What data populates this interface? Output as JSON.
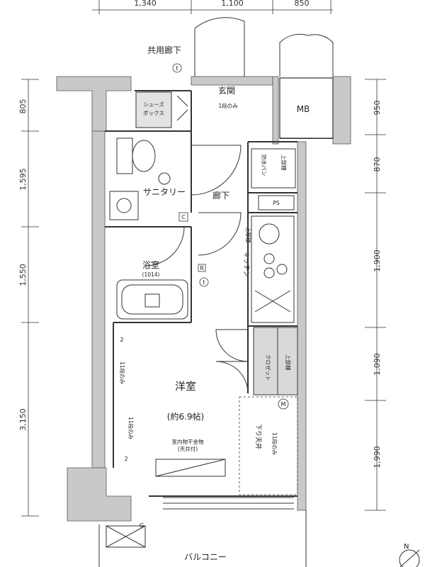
{
  "top_dims": [
    "1,340",
    "1,100",
    "850"
  ],
  "left_dims": [
    "805",
    "1,595",
    "1,550",
    "3,150"
  ],
  "right_dims": [
    "950",
    "870",
    "1,900",
    "1,090",
    "1,990"
  ],
  "rooms": {
    "corridor_common": "共用廊下",
    "entrance": "玄関",
    "mb": "MB",
    "shoes_box": "シューズ\nボックス",
    "sanitary": "サニタリー",
    "hallway": "廊下",
    "bath": "浴室",
    "bath_size": "(1014)",
    "kitchen": "キッチン",
    "ps": "PS",
    "waterproof_pan": "防水パン",
    "closet": "クロゼット",
    "western_room": "洋室",
    "western_room_size": "(約6.9帖)",
    "balcony": "バルコニー",
    "lowered_ceiling": "下り天井"
  },
  "notes": {
    "shelf_1": "1段のみ",
    "shelf_2": "11\n段のみ",
    "upper_storage": "上部棚",
    "laundry": "室内物干金物\n(天井付)",
    "ceiling_11": "11\n段のみ"
  },
  "symbols": {
    "tel": "t",
    "room": "R",
    "c": "C",
    "m": "M",
    "two": "2",
    "g": "G",
    "north": "N"
  }
}
